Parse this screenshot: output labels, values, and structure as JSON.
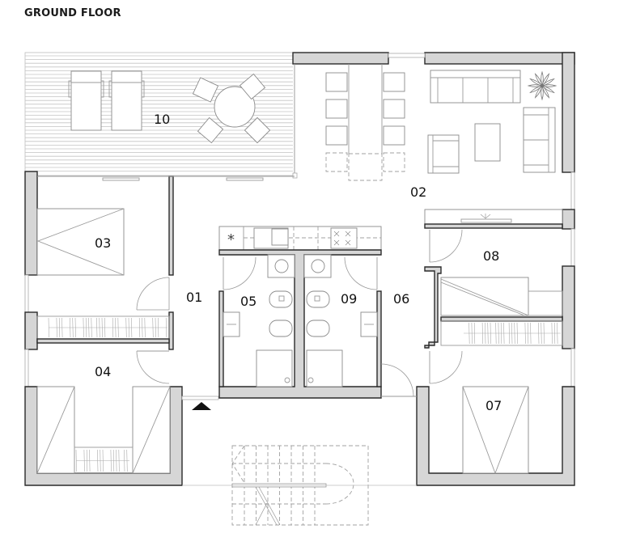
{
  "title": "GROUND FLOOR",
  "rooms": {
    "r01": "01",
    "r02": "02",
    "r03": "03",
    "r04": "04",
    "r05": "05",
    "r06": "06",
    "r07": "07",
    "r08": "08",
    "r09": "09",
    "r10": "10"
  },
  "symbols": {
    "entrance_marker": "entrance-arrow",
    "hob_marker": "*"
  },
  "colors": {
    "wall_fill": "#d6d6d6",
    "wall_stroke": "#2a2a2a",
    "line": "#9a9a9a"
  }
}
